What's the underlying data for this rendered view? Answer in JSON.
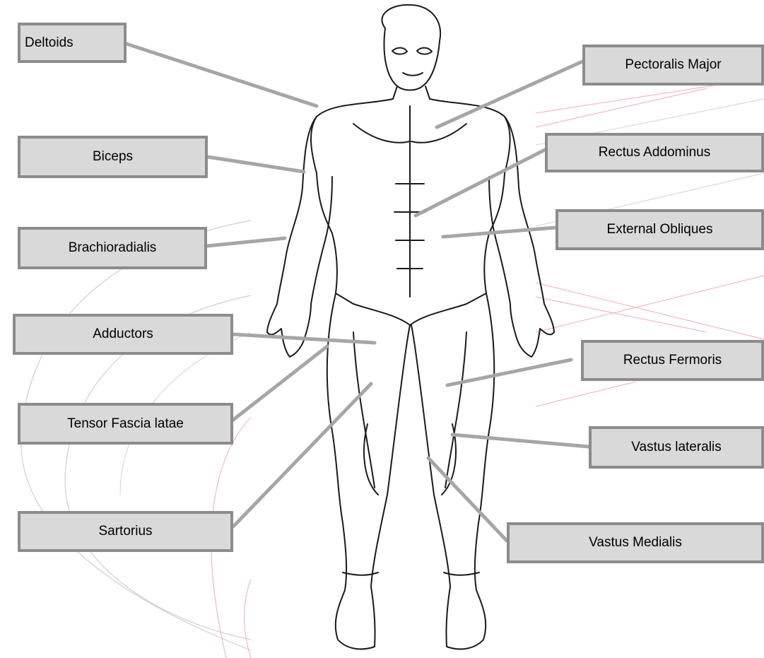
{
  "labels": {
    "deltoids": "Deltoids",
    "biceps": "Biceps",
    "brachioradialis": "Brachioradialis",
    "adductors": "Adductors",
    "tensor_fascia_latae": "Tensor Fascia latae",
    "sartorius": "Sartorius",
    "pectoralis_major": "Pectoralis Major",
    "rectus_addominus": "Rectus Addominus",
    "external_obliques": "External Obliques",
    "rectus_fermoris": "Rectus Fermoris",
    "vastus_lateralis": "Vastus lateralis",
    "vastus_medialis": "Vastus Medialis"
  },
  "colors": {
    "label_fill": "#d9d9d9",
    "label_border": "#8c8c8c",
    "leader_line": "#a6a6a6",
    "body_outline": "#1a1a1a",
    "faint_grey": "#cfcfcf",
    "faint_pink": "#f2b8c6"
  }
}
